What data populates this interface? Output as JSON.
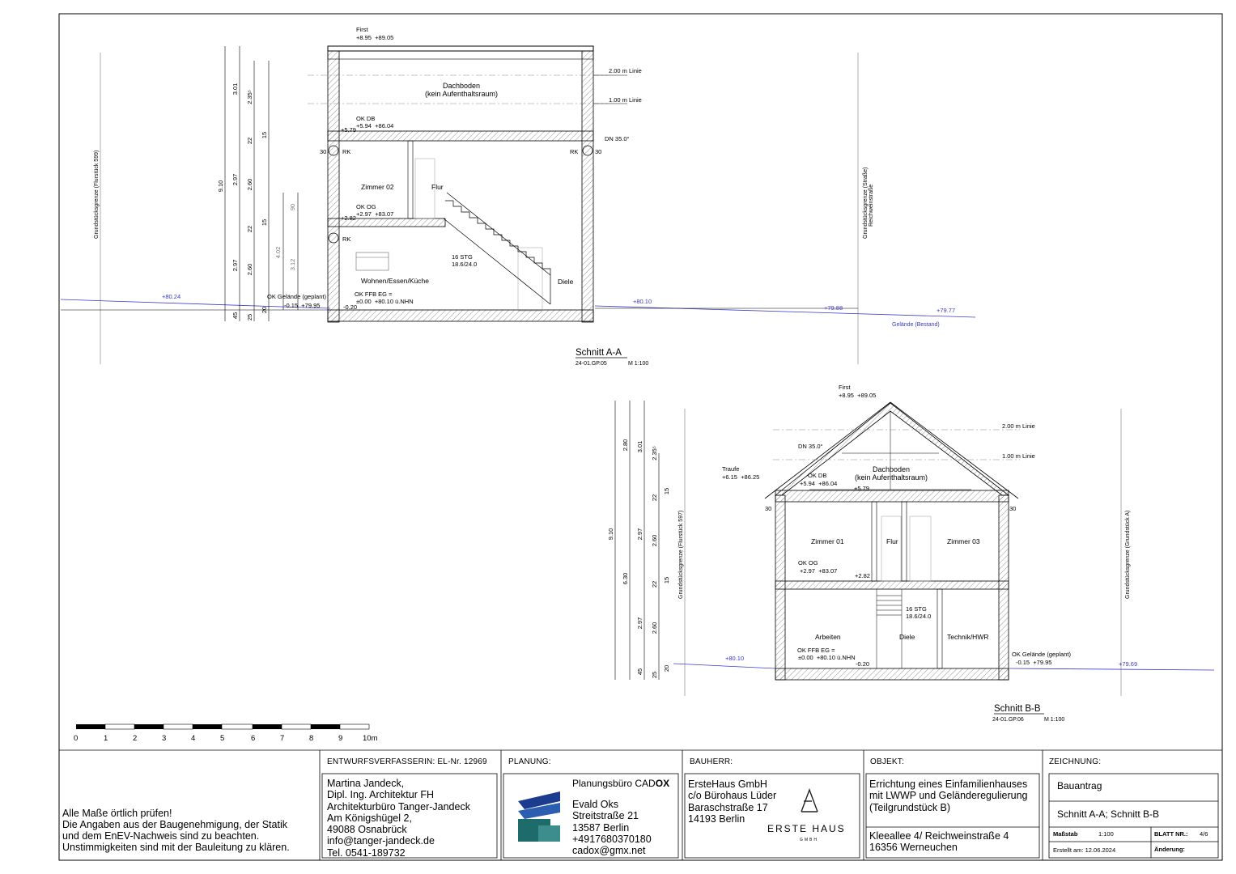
{
  "section_a": {
    "title": "Schnitt A-A",
    "code": "24-01.GP.05",
    "scale": "M 1:100",
    "rooms": {
      "dachboden": "Dachboden",
      "dachboden_sub": "(kein Aufenthaltsraum)",
      "zimmer02": "Zimmer 02",
      "flur": "Flur",
      "wohnen": "Wohnen/Essen/Küche",
      "diele": "Diele"
    },
    "stairs": "16 STG",
    "stairs_ratio": "18.6/24.0",
    "first_label": "First",
    "first_values": "+8.95  +89.05",
    "ok_db": "OK DB",
    "ok_db_values": "+5.94  +86.04",
    "lvl_579": "+5.79",
    "ok_og": "OK OG",
    "ok_og_values": "+2.97  +83.07",
    "lvl_282": "+2.82",
    "ok_ffb": "OK FFB EG =",
    "ok_ffb_values": "±0.00  +80.10 ü.NHN",
    "lvl_020": "-0.20",
    "rk": "RK",
    "thirty": "30",
    "dn": "DN 35.0°",
    "line2": "2.00 m Linie",
    "line1": "1.00 m Linie",
    "gelaende_geplant": "OK Gelände (geplant)",
    "gelaende_geplant_values": "-0.15  +79.95",
    "left_boundary": "Grundstücksgrenze (Flurstück 599)",
    "right_boundary": "Grundstücksgrenze (Straße)",
    "right_boundary_2": "Reichweinstraße",
    "ground_8024": "+80.24",
    "ground_8010": "+80.10",
    "ground_7988": "+79.88",
    "ground_7977": "+79.77",
    "gelaende_bestand": "Gelände (Bestand)",
    "dims_total": "9.10",
    "dims_col2": [
      "3.01",
      "2.97",
      "2.97",
      "45"
    ],
    "dims_col3": [
      "2.35⁵",
      "22",
      "2.60",
      "22",
      "2.60",
      "25"
    ],
    "dims_col4": [
      "15",
      "15",
      "20"
    ],
    "dims_stair": [
      "90",
      "4.02",
      "3.12"
    ]
  },
  "section_b": {
    "title": "Schnitt B-B",
    "code": "24-01.GP.06",
    "scale": "M 1:100",
    "rooms": {
      "dachboden": "Dachboden",
      "dachboden_sub": "(kein Aufenthaltsraum)",
      "zimmer01": "Zimmer 01",
      "flur": "Flur",
      "zimmer03": "Zimmer 03",
      "arbeiten": "Arbeiten",
      "diele": "Diele",
      "technik": "Technik/HWR"
    },
    "stairs": "16 STG",
    "stairs_ratio": "18.6/24.0",
    "first_label": "First",
    "first_values": "+8.95  +89.05",
    "traufe": "Traufe",
    "traufe_values": "+6.15  +86.25",
    "ok_db": "OK DB",
    "ok_db_values": "+5.94  +86.04",
    "lvl_579": "+5.79",
    "ok_og": "OK OG",
    "ok_og_values": "+2.97  +83.07",
    "lvl_282": "+2.82",
    "ok_ffb": "OK FFB EG =",
    "ok_ffb_values": "±0.00  +80.10 ü.NHN",
    "lvl_020": "-0.20",
    "thirty": "30",
    "dn": "DN 35.0°",
    "line2": "2.00 m Linie",
    "line1": "1.00 m Linie",
    "gelaende_geplant": "OK Gelände (geplant)",
    "gelaende_geplant_values": "-0.15  +79.95",
    "left_boundary": "Grundstücksgrenze (Flurstück 597)",
    "right_boundary": "Grundstücksgrenze (Grundstück A)",
    "ground_8010": "+80.10",
    "ground_7969": "+79.69",
    "dims_total": "9.10",
    "dims_630": "6.30",
    "dims_col2": [
      "2.80",
      "2.97",
      "2.97",
      "45"
    ],
    "dims_col3": [
      "3.01",
      "22",
      "2.60",
      "22",
      "2.60",
      "25"
    ],
    "dims_col4": [
      "2.35⁵",
      "15",
      "15",
      "20"
    ]
  },
  "scalebar": {
    "labels": [
      "0",
      "1",
      "2",
      "3",
      "4",
      "5",
      "6",
      "7",
      "8",
      "9",
      "10m"
    ]
  },
  "titleblock": {
    "notes": "Alle Maße örtlich prüfen!\nDie Angaben aus der Baugenehmigung, der Statik\nund dem EnEV-Nachweis sind zu beachten.\nUnstimmigkeiten sind mit der Bauleitung zu klären.",
    "entwurf_header": "ENTWURFSVERFASSERIN: EL-Nr. 12969",
    "entwurf_text": "Martina Jandeck,\nDipl. Ing. Architektur FH\nArchitekturbüro Tanger-Jandeck\nAm Königshügel 2,\n49088 Osnabrück\ninfo@tanger-jandeck.de\nTel.  0541-189732",
    "planung_header": "PLANUNG:",
    "planung_company": "Planungsbüro CAD",
    "planung_company_bold": "OX",
    "planung_text": "Evald Oks\nStreitstraße 21\n13587 Berlin\n+4917680370180\ncadox@gmx.net",
    "bauherr_header": "BAUHERR:",
    "bauherr_text": "ErsteHaus GmbH\nc/o Bürohaus Lüder\nBaraschstraße 17\n14193 Berlin",
    "logo_text": "ERSTE HAUS",
    "logo_sub": "GMBH",
    "objekt_header": "OBJEKT:",
    "objekt_text": "Errichtung eines Einfamilienhauses\nmit LWWP und Geländeregulierung\n(Teilgrundstück B)",
    "objekt_address": "Kleeallee 4/ Reichweinstraße 4\n16356 Werneuchen",
    "zeichnung_header": "ZEICHNUNG:",
    "zeichnung_type": "Bauantrag",
    "zeichnung_name": "Schnitt A-A; Schnitt B-B",
    "massstab_label": "Maßstab",
    "massstab_value": "1:100",
    "blatt_label": "BLATT NR.:",
    "blatt_value": "4/6",
    "erstellt": "Erstellt am:  12.06.2024",
    "aenderung": "Änderung:"
  },
  "colors": {
    "line": "#000000",
    "ground_blue": "#3a3acc",
    "hatch": "#555555",
    "logo_blue": "#1c3d8f",
    "logo_teal": "#1d6b6b"
  }
}
